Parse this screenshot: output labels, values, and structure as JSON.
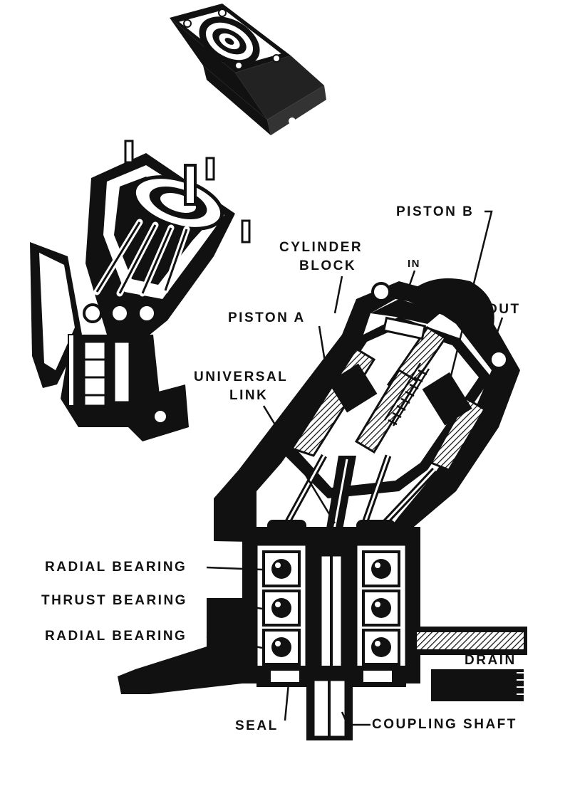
{
  "labels": {
    "piston_b": "PISTON B",
    "cylinder_block_1": "CYLINDER",
    "cylinder_block_2": "BLOCK",
    "in": "IN",
    "out": "OUT",
    "piston_a": "PISTON A",
    "universal_link_1": "UNIVERSAL",
    "universal_link_2": "LINK",
    "radial_bearing_top": "RADIAL BEARING",
    "thrust_bearing": "THRUST BEARING",
    "radial_bearing_bottom": "RADIAL BEARING",
    "drain": "DRAIN",
    "seal": "SEAL",
    "coupling_shaft": "COUPLING SHAFT"
  },
  "colors": {
    "ink": "#111111",
    "paper": "#ffffff",
    "hatch": "#555555"
  }
}
